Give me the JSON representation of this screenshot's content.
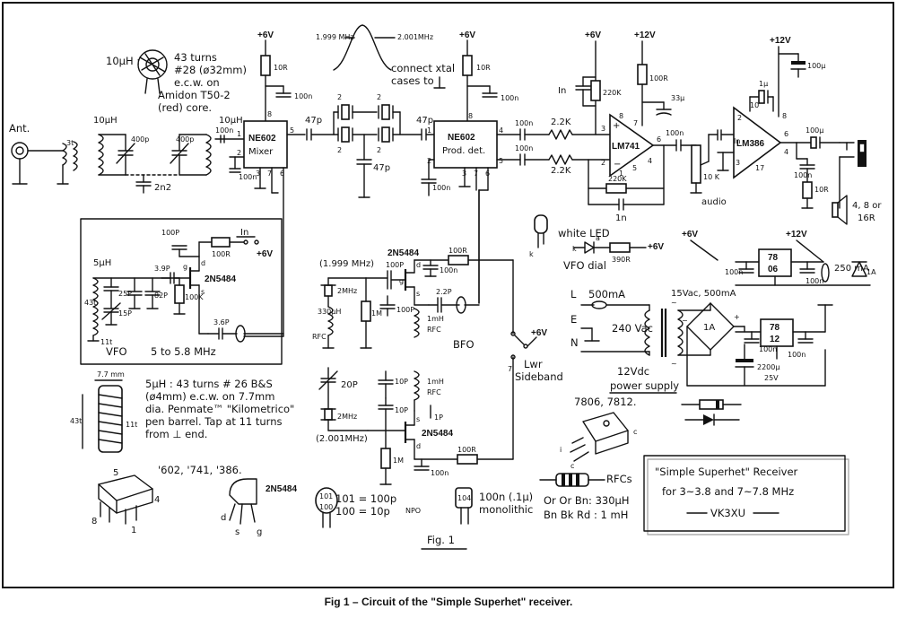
{
  "caption": "Fig 1 – Circuit of the \"Simple Superhet\" receiver.",
  "fig_label": "Fig. 1",
  "ics": {
    "mixer": [
      "NE602",
      "Mixer"
    ],
    "prod_det": [
      "NE602",
      "Prod. det."
    ],
    "opamp": "LM741",
    "audio_amp": "LM386",
    "reg6": [
      "78",
      "06"
    ],
    "reg12": [
      "78",
      "12"
    ],
    "jfet": "2N5484"
  },
  "rails": {
    "p6": "+6V",
    "p12": "+12V"
  },
  "labels": {
    "ant": "Ant.",
    "toroid": [
      "10µH :",
      "43 turns",
      "#28 (ø32mm)",
      "e.c.w. on",
      "Amidon T50-2",
      "(red) core."
    ],
    "xtal_note": [
      "connect xtal",
      "cases to"
    ],
    "xtal_f1": "1.999 MHz",
    "xtal_f2": "2.001MHz",
    "vfo": "VFO",
    "vfo_range": "5 to 5.8 MHz",
    "bfo": "BFO",
    "lwr": [
      "Lwr",
      "Sideband"
    ],
    "led": "white LED",
    "vfo_dial": "VFO dial",
    "audio": "audio",
    "speaker": [
      "4, 8 or",
      "16R"
    ],
    "psu": [
      "12Vdc",
      "power supply"
    ],
    "transformer": "15Vac, 500mA",
    "mains": "240 Vac",
    "fuse1": "500mA",
    "fuse2": "250 mA",
    "lne": [
      "L",
      "E",
      "N"
    ],
    "coil_note": [
      "5µH : 43 turns # 26 B&S",
      "(ø4mm) e.c.w. on 7.7mm",
      "dia. Penmate™ \"Kilometrico\"",
      "pen barrel. Tap at 11 turns",
      "from ⊥ end."
    ],
    "coil_dim": [
      "7.7 mm",
      "43t",
      "11t"
    ],
    "ic_pkg": "'602, '741, '386.",
    "reg_pkg": "7806, 7812.",
    "ceramic": [
      "101 = 100p",
      "100 = 10p",
      "NPO"
    ],
    "mono": [
      "100n (.1µ)",
      "monolithic"
    ],
    "rfc": [
      "RFCs",
      "Or Or Bn: 330µH",
      "Bn Bk Rd : 1 mH"
    ],
    "title_box": [
      "\"Simple Superhet\" Receiver",
      "for  3~3.8 and 7~7.8 MHz",
      "VK3XU"
    ],
    "osc_f1": "(1.999 MHz)",
    "osc_f2": "(2.001MHz)",
    "in": "In",
    "ang": "2MHz",
    "ang2": "2MHz"
  },
  "components": {
    "c1": "400p",
    "c2": "400p",
    "c3": "2n2",
    "l1": "10µH",
    "l2": "10µH",
    "c_in": "100n",
    "c47a": "47p",
    "c47b": "47p",
    "c47c": "47p",
    "c2a": "2",
    "c2b": "2",
    "c2c": "2",
    "c2d": "2",
    "r10a": "10R",
    "c100a": "100n",
    "c100b": "100n",
    "r10b": "10R",
    "c100c": "100n",
    "c100d": "100n",
    "c100e": "100n",
    "r2k2a": "2.2K",
    "r2k2b": "2.2K",
    "r220a": "220K",
    "r220b": "220K",
    "r100a": "100R",
    "c33": "33µ",
    "c1n": "1n",
    "c1nb": "1n",
    "c100f": "100n",
    "pot10k": "10 K",
    "c1u": "1µ",
    "c10": "10",
    "c100u": "100µ",
    "c100g": "100n",
    "c100u2": "100µ",
    "r10c": "10R",
    "c100h": "100n",
    "r100b": "100R",
    "l5": "5µH",
    "c25": "25P",
    "c15": "15P",
    "c82": "82P",
    "c3_9": "3.9P",
    "c3_6": "3.6P",
    "r100k": "100K",
    "c100p": "100P",
    "r100c": "100R",
    "r330": "390R",
    "r100d": "100R",
    "c100i": "100n",
    "c2_2": "2.2P",
    "c10p": "10P",
    "r1m": "1M",
    "l330": "330µH",
    "lrfc": "1mH",
    "c20": "20P",
    "c10p2": "10P",
    "c1p": "1P",
    "r1m2": "1M",
    "r100e": "100R",
    "c100j": "100n",
    "c2200": "2200µ",
    "v25": "25V",
    "d1a": "1A",
    "d1a2": "1A"
  }
}
